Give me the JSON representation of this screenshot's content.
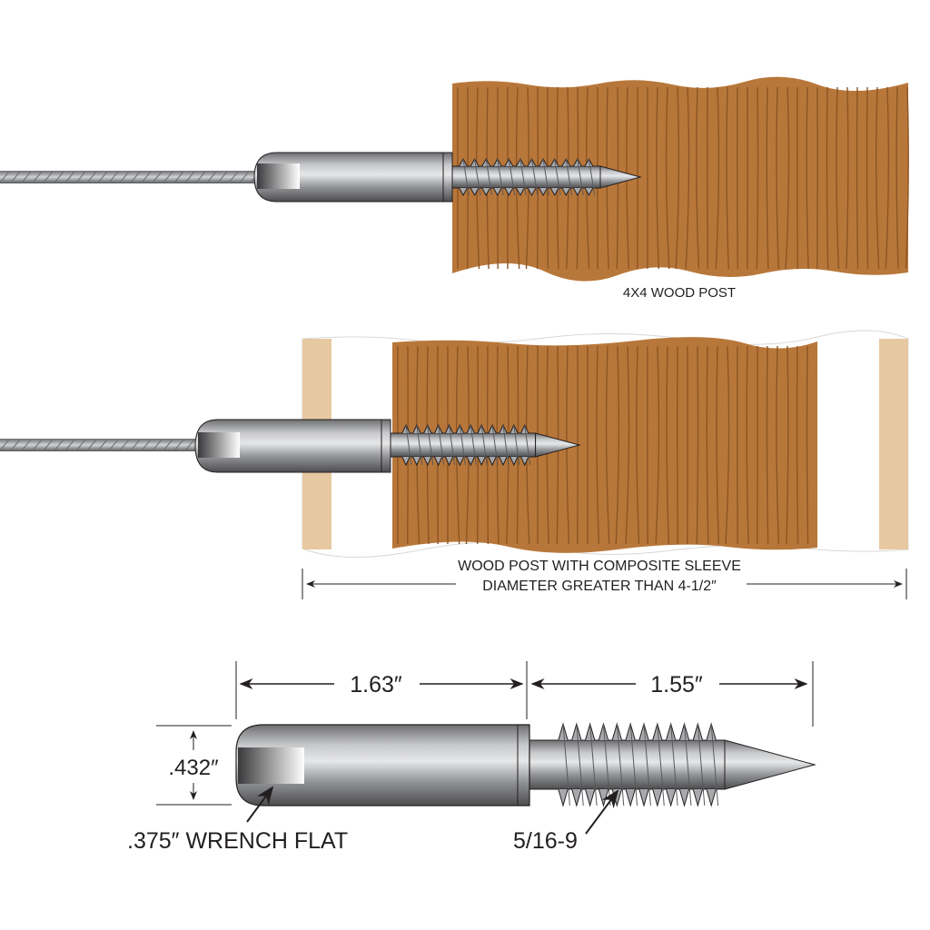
{
  "top_panel": {
    "caption": "4X4 WOOD POST"
  },
  "middle_panel": {
    "caption_line1": "WOOD POST WITH COMPOSITE SLEEVE",
    "caption_line2": "DIAMETER GREATER THAN 4-1/2″"
  },
  "detail": {
    "body_length": "1.63″",
    "thread_length": "1.55″",
    "diameter": ".432″",
    "wrench_flat": ".375″ WRENCH FLAT",
    "thread_spec": "5/16-9"
  },
  "colors": {
    "wood": "#b8773a",
    "wood_grain": "#8c5524",
    "sleeve": "#e6c9a0",
    "steel": "#a7a9ac"
  }
}
